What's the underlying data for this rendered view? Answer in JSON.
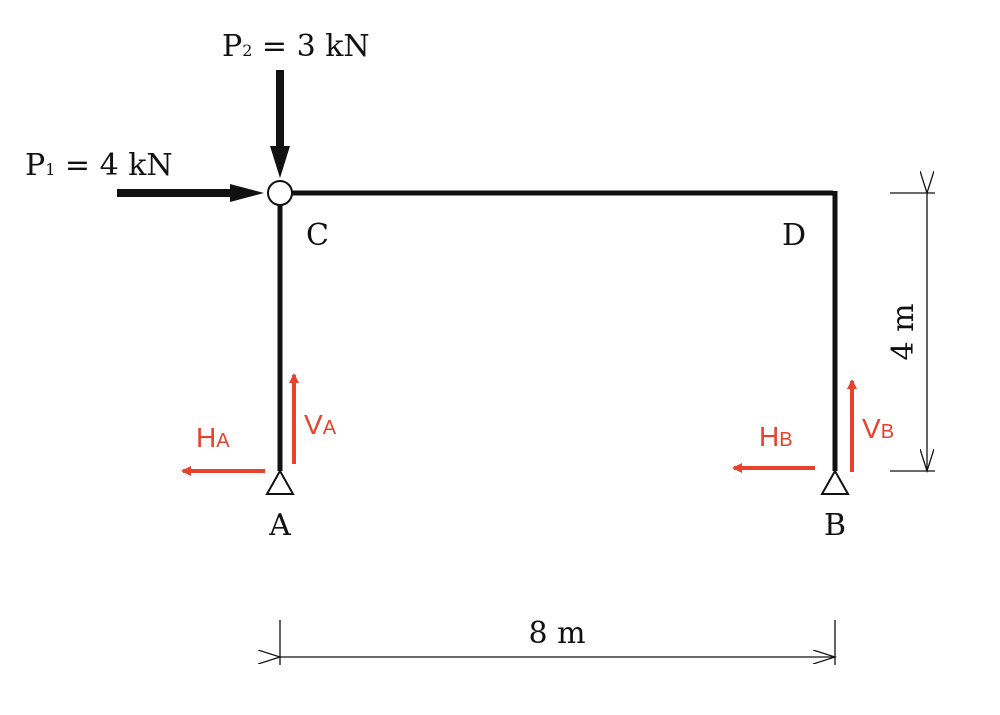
{
  "labels": {
    "p1_main": "P",
    "p1_sub": "1",
    "p1_rest": " = 4 kN",
    "p2_main": "P",
    "p2_sub": "2",
    "p2_rest": " = 3 kN",
    "node_a": "A",
    "node_b": "B",
    "node_c": "C",
    "node_d": "D",
    "span": "8 m",
    "height": "4 m",
    "ha_main": "H",
    "ha_sub": "A",
    "va_main": "V",
    "va_sub": "A",
    "hb_main": "H",
    "hb_sub": "B",
    "vb_main": "V",
    "vb_sub": "B"
  },
  "colors": {
    "structure": "#111111",
    "reaction": "#e8412c"
  }
}
